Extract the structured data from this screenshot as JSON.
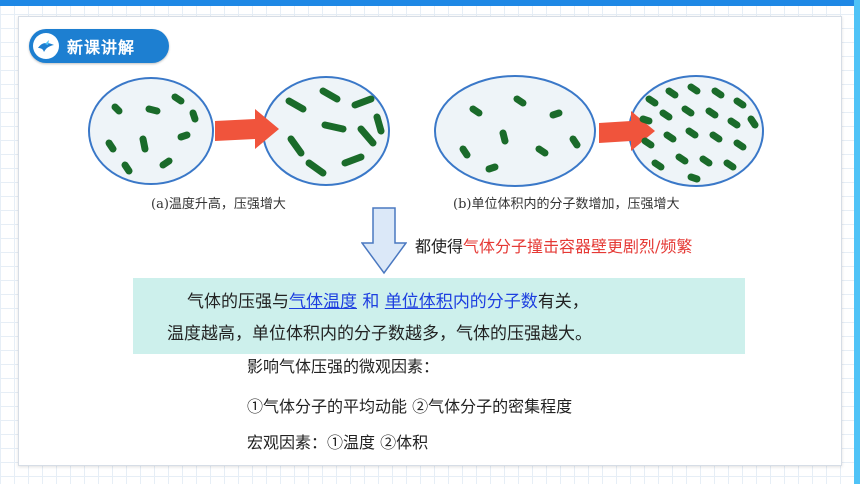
{
  "header": {
    "badge_label": "新课讲解"
  },
  "figure_a": {
    "caption": "(a)温度升高，压强增大"
  },
  "figure_b": {
    "caption": "(b)单位体积内的分子数增加，压强增大"
  },
  "note": {
    "prefix": "都使得",
    "highlight": "气体分子撞击容器壁更剧烈/频繁"
  },
  "summary": {
    "line1": {
      "part1": "气体的压强与",
      "part2": "气体温度",
      "part3": " 和 ",
      "part4": "单位体积",
      "part5": "内的分子数",
      "part6": "有关，"
    },
    "line2": "温度越高，单位体积内的分子数越多，气体的压强越大。"
  },
  "factors": {
    "micro_title": "影响气体压强的微观因素：",
    "micro_items": "①气体分子的平均动能 ②气体分子的密集程度",
    "macro": "宏观因素：①温度 ②体积"
  },
  "colors": {
    "accent_blue": "#1d7fd1",
    "red": "#e53935",
    "highlight_bg": "#cdf0ec",
    "link_blue": "#1d3fe0",
    "arrow_red": "#f0543c"
  }
}
